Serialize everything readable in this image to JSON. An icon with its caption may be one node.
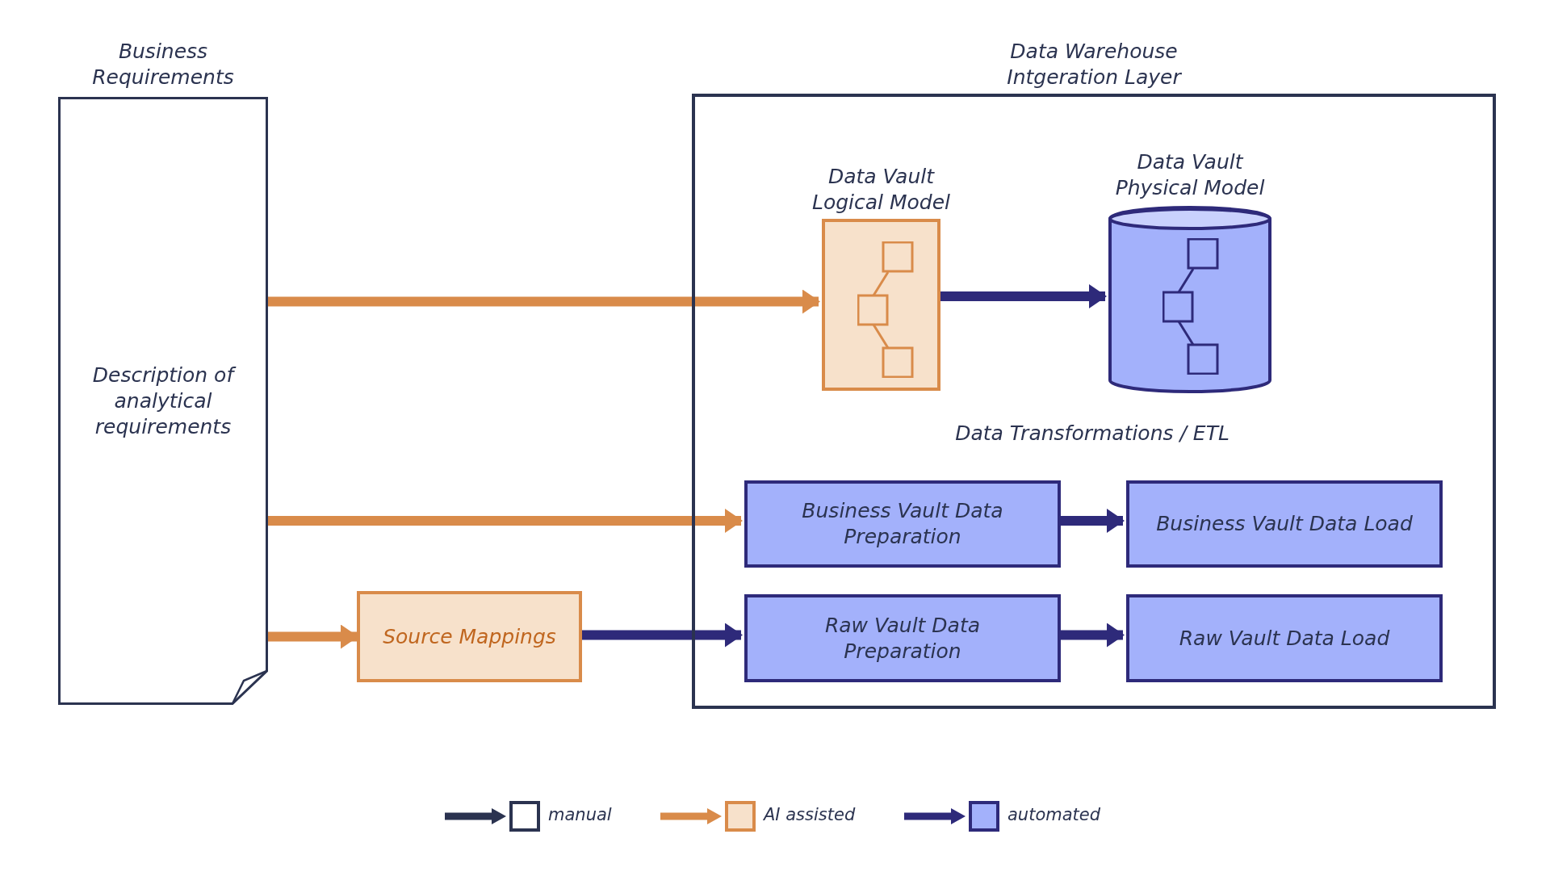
{
  "diagram": {
    "nodes": [
      {
        "text": [
          "Business Requirements",
          "Description of analytical requirements"
        ]
      },
      {
        "text": [
          "Data Warehouse Intgeration Layer"
        ]
      },
      {
        "text": [
          "Data Vault Logical Model"
        ],
        "in": 1
      },
      {
        "text": [
          "Data Vault Physical Model"
        ],
        "in": 1
      },
      {
        "text": [
          "Business Vault Data Preparation"
        ],
        "in": 1
      },
      {
        "text": [
          "Business Vault Data Load"
        ],
        "in": 1
      },
      {
        "text": [
          "Raw Vault Data Preparation"
        ],
        "in": 1
      },
      {
        "text": [
          "Raw Vault Data Load"
        ],
        "in": 1
      },
      {
        "text": [
          "Source Mappings"
        ]
      }
    ],
    "edges": [
      {
        "from": 0,
        "to": 2,
        "arrow": "to",
        "color": "#d98b4a"
      },
      {
        "from": 2,
        "to": 3,
        "arrow": "to"
      },
      {
        "from": 0,
        "to": 4,
        "arrow": "to",
        "color": "#d98b4a"
      },
      {
        "from": 4,
        "to": 5,
        "arrow": "to"
      },
      {
        "from": 0,
        "to": 8,
        "arrow": "to",
        "color": "#d98b4a"
      },
      {
        "from": 8,
        "to": 6,
        "arrow": "to"
      },
      {
        "from": 6,
        "to": 7,
        "arrow": "to"
      }
    ],
    "labels": [
      "Data Transformations / ETL"
    ],
    "legend": [
      {
        "text": "manual",
        "color": "#ffffff"
      },
      {
        "text": "AI assisted",
        "color": "#f7e1cb"
      },
      {
        "text": "automated",
        "color": "#a3b1fb"
      }
    ]
  }
}
